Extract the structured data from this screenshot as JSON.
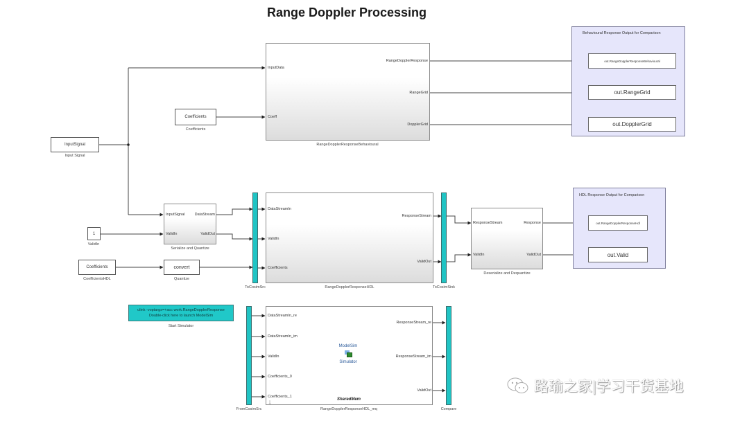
{
  "title": "Range Doppler Processing",
  "blocks": {
    "input_signal": {
      "text": "InputSignal",
      "label": "Input Signal"
    },
    "coefficients": {
      "text": "Coefficients",
      "label": "Coefficients"
    },
    "behavioural": {
      "label": "RangeDopplerResponseBehavioural",
      "inputs": [
        "InputData",
        "Coeff"
      ],
      "outputs": [
        "RangeDopplerResponse",
        "RangeGrid",
        "DopplerGrid"
      ]
    },
    "behav_area": {
      "title": "Behavioural Response Output for Comparison",
      "sinks": [
        "out.RangeDopplerResponseBehavioural",
        "out.RangeGrid",
        "out.DopplerGrid"
      ]
    },
    "serialize": {
      "label": "Serialize and Quantize",
      "inputs": [
        "InputSignal",
        "ValidIn"
      ],
      "outputs": [
        "DataStream",
        "ValidOut"
      ]
    },
    "validin_const": {
      "text": "1",
      "label": "ValidIn"
    },
    "coefficients_hdl": {
      "text": "Coefficients",
      "label": "CoefficientsHDL"
    },
    "quantize": {
      "text": "convert",
      "label": "Quantize"
    },
    "to_cosim_src": {
      "label": "ToCosimSrc"
    },
    "hdl": {
      "label": "RangeDopplerResponseHDL",
      "inputs": [
        "DataStreamIn",
        "ValidIn",
        "Coefficients"
      ],
      "outputs": [
        "ResponseStream",
        "ValidOut"
      ]
    },
    "to_cosim_sink": {
      "label": "ToCosimSink"
    },
    "deserialize": {
      "label": "Deserialize and Dequantize",
      "inputs": [
        "ResponseStream",
        "ValidIn"
      ],
      "outputs": [
        "Response",
        "ValidOut"
      ]
    },
    "hdl_area": {
      "title": "HDL Response Output for Comparison",
      "sinks": [
        "out.RangeDopplerResponseHdl",
        "out.Valid"
      ]
    },
    "start_sim": {
      "line1": "ulink -voptargs=+acc work.RangeDopplerResponse",
      "line2": "Double-click here to launch ModelSim",
      "label": "Start Simulator"
    },
    "from_cosim_src": {
      "label": "FromCosimSrc"
    },
    "mq": {
      "label": "RangeDopplerResponseHDL_mq",
      "inputs": [
        "DataStreamIn_re",
        "DataStreamIn_im",
        "ValidIn",
        "Coefficients_0",
        "Coefficients_1"
      ],
      "outputs": [
        "ResponseStream_re",
        "ResponseStream_im",
        "ValidOut"
      ],
      "icon_top": "ModelSim",
      "icon_bottom": "Simulator",
      "comm": "SharedMem"
    },
    "compare": {
      "label": "Compare"
    }
  },
  "watermark": "路瑜之家|学习干货基地",
  "colors": {
    "cosim_bar": "#20c4c4",
    "area_fill": "#e6e6fb",
    "wire": "#333333"
  }
}
